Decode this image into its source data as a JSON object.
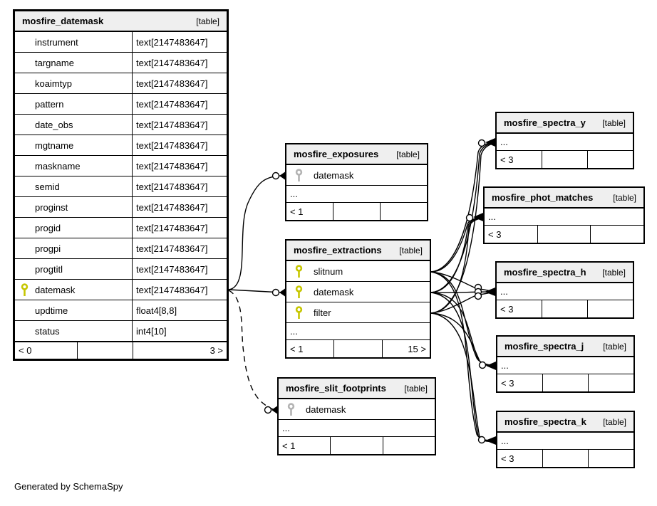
{
  "footer_note": "Generated by SchemaSpy",
  "colors": {
    "header_bg": "#efefef",
    "border": "#000000",
    "pk_key_color": "#c6c600",
    "fk_key_color": "#b3b3b3"
  },
  "tables": [
    {
      "name": "mosfire_datemask",
      "tag": "[table]",
      "columns": [
        {
          "name": "instrument",
          "type": "text[2147483647]",
          "key": ""
        },
        {
          "name": "targname",
          "type": "text[2147483647]",
          "key": ""
        },
        {
          "name": "koaimtyp",
          "type": "text[2147483647]",
          "key": ""
        },
        {
          "name": "pattern",
          "type": "text[2147483647]",
          "key": ""
        },
        {
          "name": "date_obs",
          "type": "text[2147483647]",
          "key": ""
        },
        {
          "name": "mgtname",
          "type": "text[2147483647]",
          "key": ""
        },
        {
          "name": "maskname",
          "type": "text[2147483647]",
          "key": ""
        },
        {
          "name": "semid",
          "type": "text[2147483647]",
          "key": ""
        },
        {
          "name": "proginst",
          "type": "text[2147483647]",
          "key": ""
        },
        {
          "name": "progid",
          "type": "text[2147483647]",
          "key": ""
        },
        {
          "name": "progpi",
          "type": "text[2147483647]",
          "key": ""
        },
        {
          "name": "progtitl",
          "type": "text[2147483647]",
          "key": ""
        },
        {
          "name": "datemask",
          "type": "text[2147483647]",
          "key": "pk"
        },
        {
          "name": "updtime",
          "type": "float4[8,8]",
          "key": ""
        },
        {
          "name": "status",
          "type": "int4[10]",
          "key": ""
        }
      ],
      "footer": {
        "left": "< 0",
        "mid": "",
        "right": "3 >"
      }
    },
    {
      "name": "mosfire_exposures",
      "tag": "[table]",
      "columns": [
        {
          "name": "datemask",
          "key": "fk"
        }
      ],
      "ellipsis": "...",
      "footer": {
        "left": "< 1",
        "mid": "",
        "right": ""
      }
    },
    {
      "name": "mosfire_extractions",
      "tag": "[table]",
      "columns": [
        {
          "name": "slitnum",
          "key": "pk"
        },
        {
          "name": "datemask",
          "key": "pk"
        },
        {
          "name": "filter",
          "key": "pk"
        }
      ],
      "ellipsis": "...",
      "footer": {
        "left": "< 1",
        "mid": "",
        "right": "15 >"
      }
    },
    {
      "name": "mosfire_slit_footprints",
      "tag": "[table]",
      "columns": [
        {
          "name": "datemask",
          "key": "fk"
        }
      ],
      "ellipsis": "...",
      "footer": {
        "left": "< 1",
        "mid": "",
        "right": ""
      }
    },
    {
      "name": "mosfire_spectra_y",
      "tag": "[table]",
      "columns": [],
      "ellipsis": "...",
      "footer": {
        "left": "< 3",
        "mid": "",
        "right": ""
      }
    },
    {
      "name": "mosfire_phot_matches",
      "tag": "[table]",
      "columns": [],
      "ellipsis": "...",
      "footer": {
        "left": "< 3",
        "mid": "",
        "right": ""
      }
    },
    {
      "name": "mosfire_spectra_h",
      "tag": "[table]",
      "columns": [],
      "ellipsis": "...",
      "footer": {
        "left": "< 3",
        "mid": "",
        "right": ""
      }
    },
    {
      "name": "mosfire_spectra_j",
      "tag": "[table]",
      "columns": [],
      "ellipsis": "...",
      "footer": {
        "left": "< 3",
        "mid": "",
        "right": ""
      }
    },
    {
      "name": "mosfire_spectra_k",
      "tag": "[table]",
      "columns": [],
      "ellipsis": "...",
      "footer": {
        "left": "< 3",
        "mid": "",
        "right": ""
      }
    }
  ],
  "relationships": [
    {
      "from": "mosfire_datemask.datemask",
      "to": "mosfire_exposures.datemask",
      "style": "solid"
    },
    {
      "from": "mosfire_datemask.datemask",
      "to": "mosfire_extractions.datemask",
      "style": "solid"
    },
    {
      "from": "mosfire_datemask.datemask",
      "to": "mosfire_slit_footprints.datemask",
      "style": "dashed"
    },
    {
      "from": "mosfire_extractions.slitnum,datemask,filter",
      "to": "mosfire_spectra_y",
      "style": "solid"
    },
    {
      "from": "mosfire_extractions.slitnum,datemask,filter",
      "to": "mosfire_phot_matches",
      "style": "solid"
    },
    {
      "from": "mosfire_extractions.slitnum,datemask,filter",
      "to": "mosfire_spectra_h",
      "style": "solid"
    },
    {
      "from": "mosfire_extractions.slitnum,datemask,filter",
      "to": "mosfire_spectra_j",
      "style": "solid"
    },
    {
      "from": "mosfire_extractions.slitnum,datemask,filter",
      "to": "mosfire_spectra_k",
      "style": "solid"
    }
  ]
}
